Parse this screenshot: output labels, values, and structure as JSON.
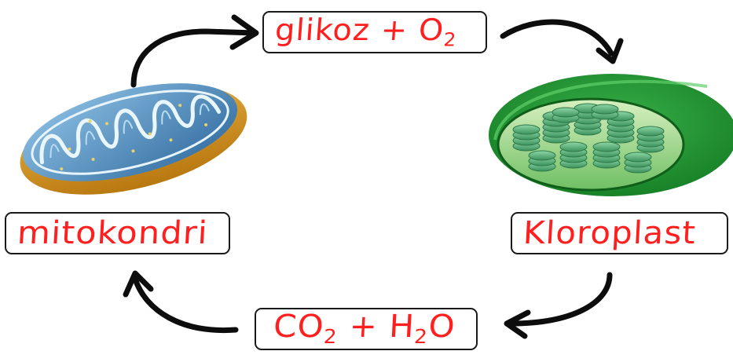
{
  "labels": {
    "glukoz_o2": {
      "main": "glikoz + O",
      "sub": "2"
    },
    "mitokondri": "mitokondri",
    "kloroplast": "Kloroplast",
    "co2_h2o": {
      "pre": "CO",
      "sub1": "2",
      "mid": " + H",
      "sub2": "2",
      "post": "O"
    }
  },
  "organelles": [
    "mitochondrion-illustration",
    "chloroplast-illustration"
  ],
  "colors": {
    "handwriting": "#ff1f1f",
    "arrow": "#0d0d0d",
    "box_border": "#1a1a1a",
    "mito_outer": "#d49418",
    "mito_inner": "#4f86b8",
    "chloro_outer": "#1f8f2c",
    "chloro_inner": "#3e9a5a",
    "thylakoid": "#55b07a"
  }
}
